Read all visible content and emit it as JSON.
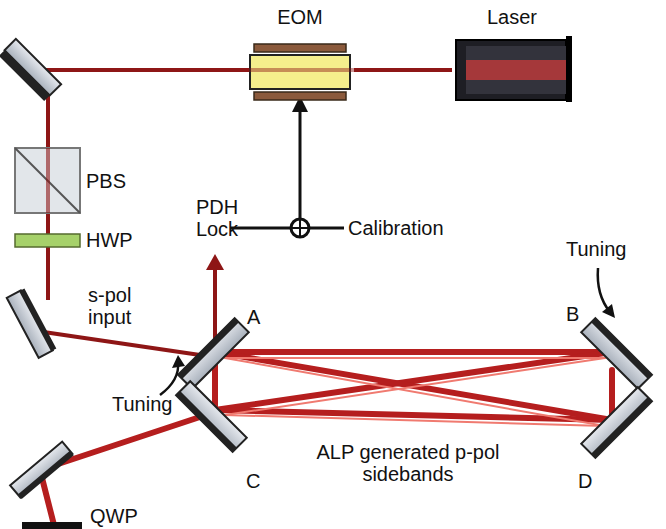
{
  "diagram": {
    "nodes": [
      {
        "text": [
          "EOM"
        ]
      },
      {
        "text": [
          "Laser"
        ]
      }
    ],
    "edges": [
      {
        "from": 1,
        "to": 0,
        "arrow": "none"
      }
    ],
    "labels": [
      "PBS",
      "HWP",
      "PDH Lock",
      "Calibration",
      "s-pol input",
      "Tuning",
      "A",
      "B",
      "Tuning",
      "C",
      "D",
      "ALP generated p-pol sidebands",
      "QWP"
    ]
  }
}
